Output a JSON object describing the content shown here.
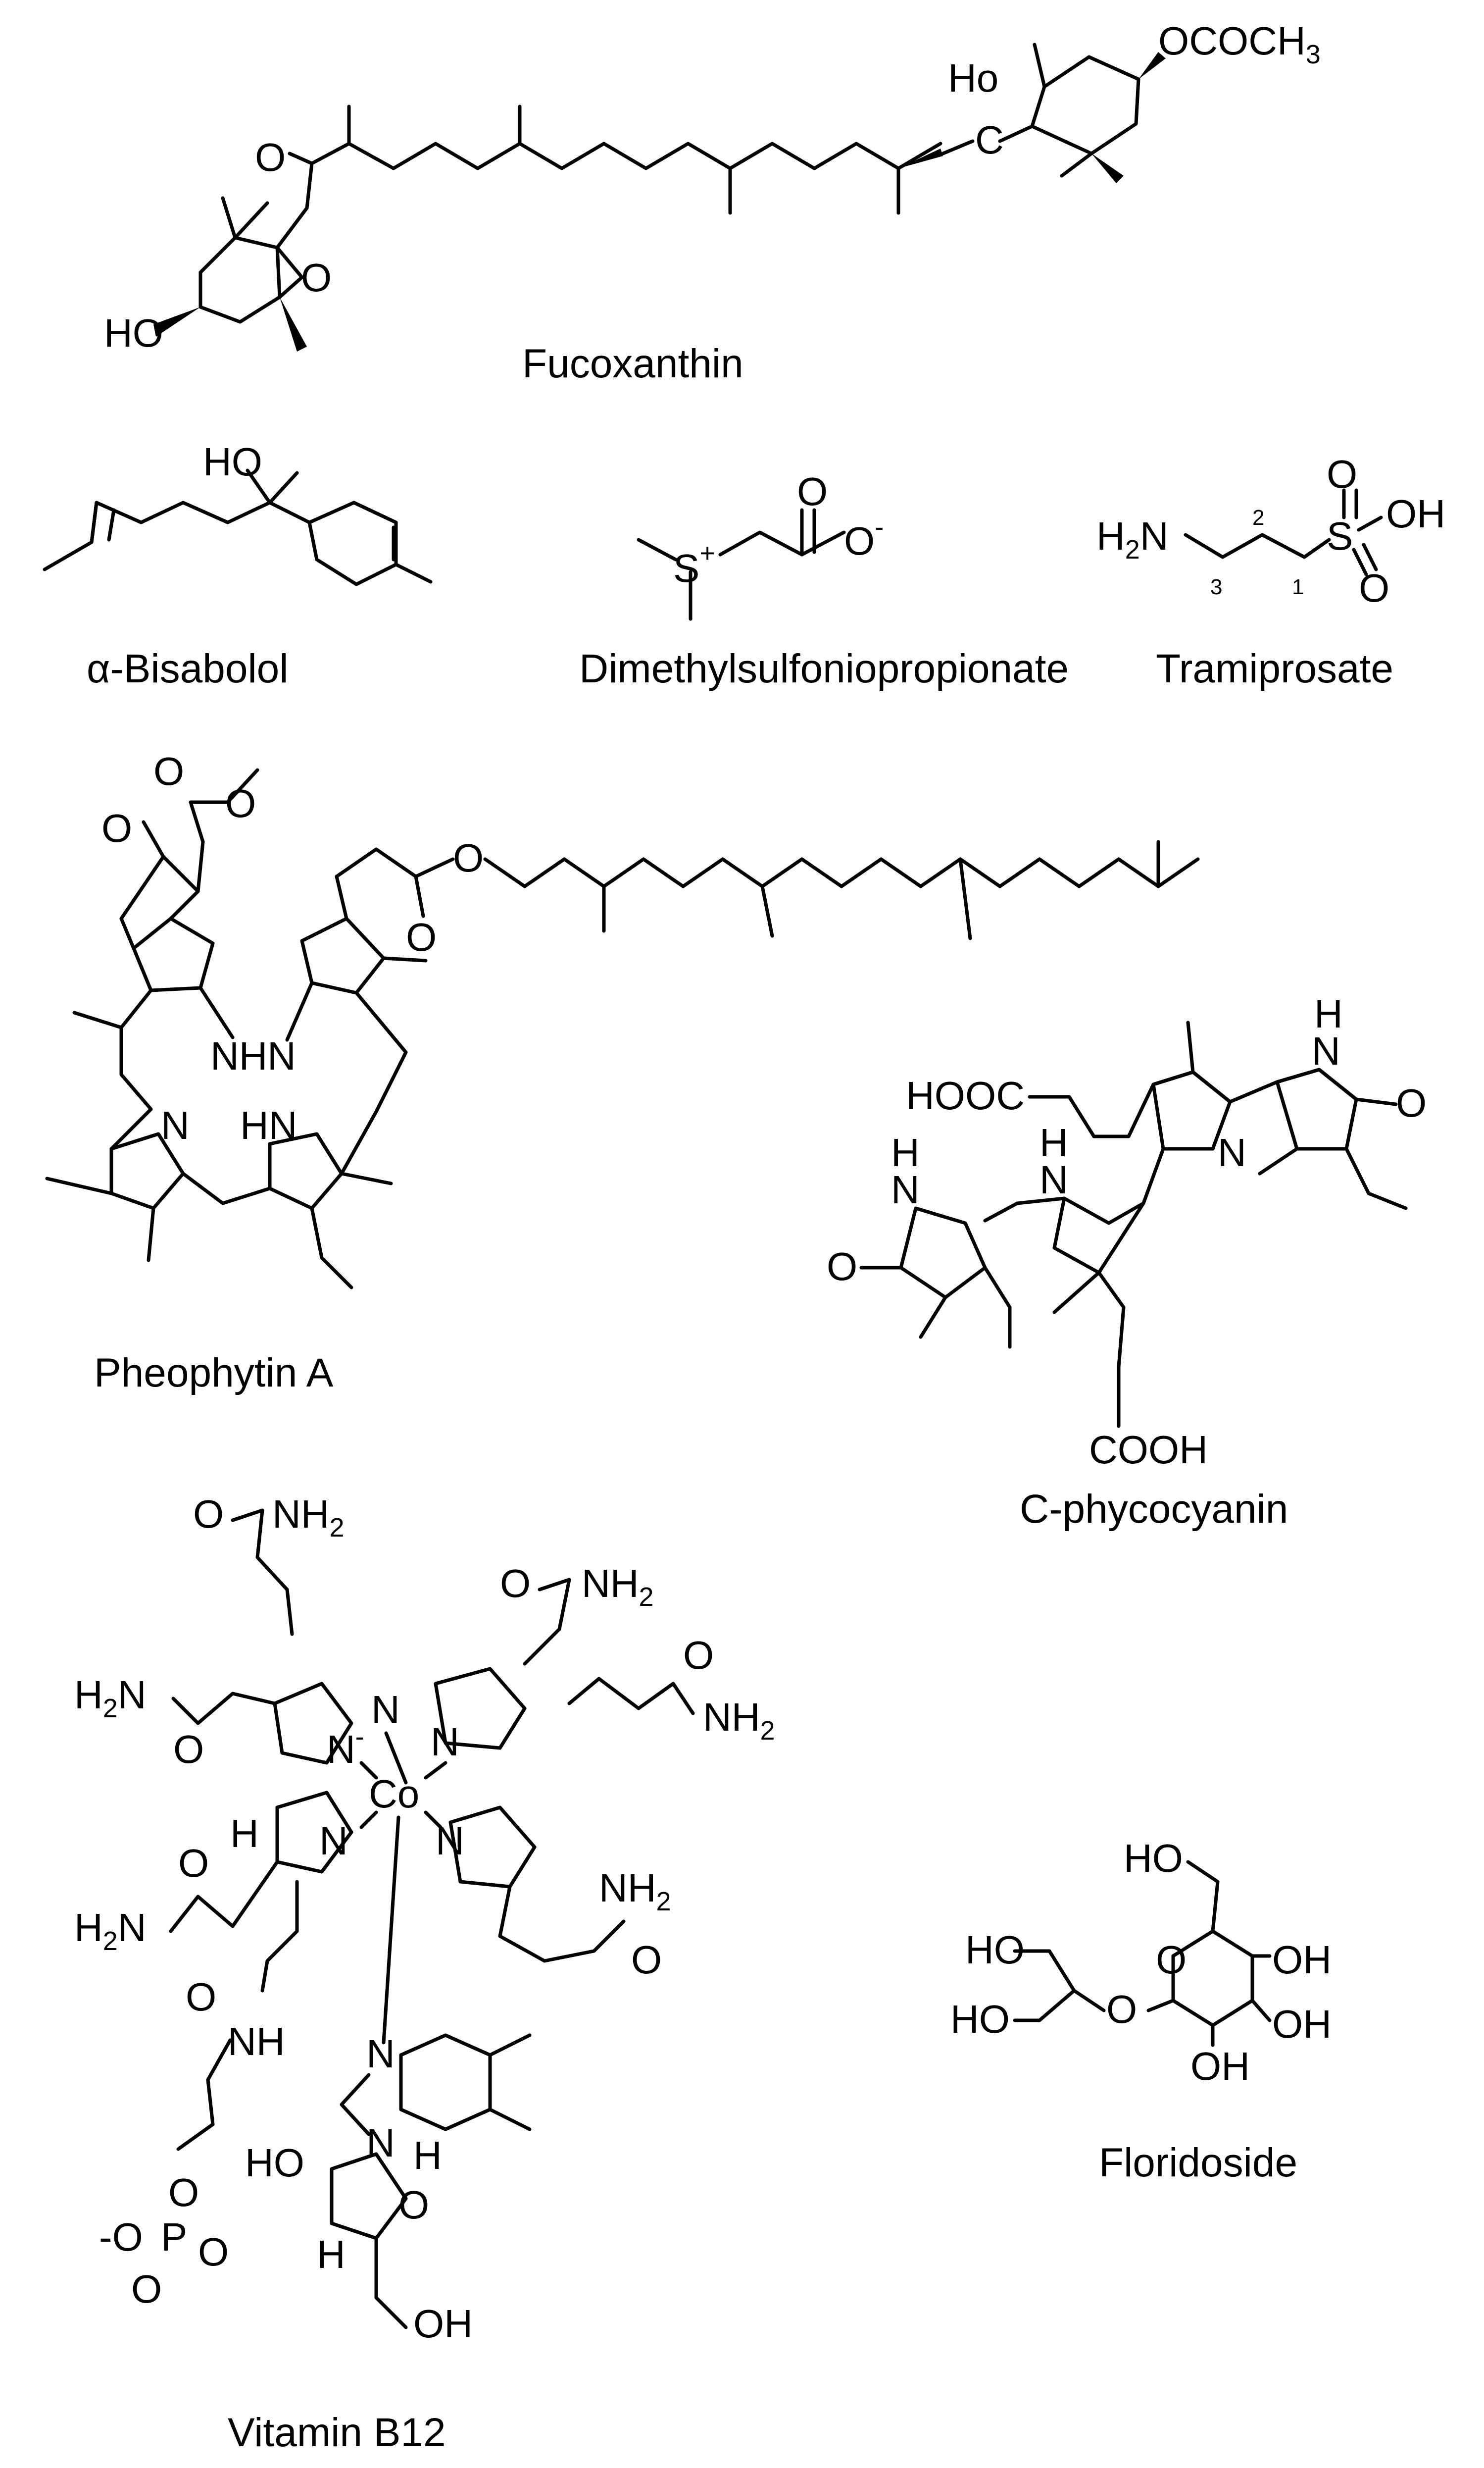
{
  "compounds": [
    {
      "name": "Fucoxanthin"
    },
    {
      "name": "α-Bisabolol"
    },
    {
      "name": "Dimethylsulfoniopropionate"
    },
    {
      "name": "Tramiprosate"
    },
    {
      "name": "Pheophytin A"
    },
    {
      "name": "C-phycocyanin"
    },
    {
      "name": "Vitamin B12"
    },
    {
      "name": "Floridoside"
    }
  ],
  "labels": {
    "fucoxanthin": {
      "ho": "HO",
      "ho2": "Ho",
      "o_epoxide": "O",
      "o_ketone": "O",
      "acetate": "OCOCH",
      "acetate_sub": "3"
    },
    "bisabolol": {
      "ho": "HO"
    },
    "dmsp": {
      "s": "S",
      "s_charge": "+",
      "o_carbonyl": "O",
      "o_anion": "O",
      "o_charge": "-"
    },
    "tramiprosate": {
      "h2n": "H",
      "h2n_sub": "2",
      "h2n_n": "N",
      "s": "S",
      "o_top": "O",
      "o_bottom": "O",
      "oh": "OH",
      "pos1": "1",
      "pos2": "2",
      "pos3": "3"
    },
    "pheophytin": {
      "o_ketone": "O",
      "o_ester1": "O",
      "o_ester2": "O",
      "o_carbonyl": "O",
      "o_ester3": "O",
      "nh1": "NH",
      "n1": "N",
      "n2": "N",
      "hn": "HN"
    },
    "phycocyanin": {
      "hooc": "HOOC",
      "cooh": "COOH",
      "nh_left": "N",
      "h_left": "H",
      "nh_mid": "N",
      "h_mid": "H",
      "n_right": "N",
      "nh_right": "N",
      "h_right": "H",
      "o_right": "O",
      "o_left": "O"
    },
    "b12": {
      "nh2_1": "NH",
      "nh2_2": "NH",
      "nh2_3": "NH",
      "nh2_4": "NH",
      "h2n_1": "H",
      "h2n_2": "H",
      "nh2_5": "NH",
      "sub2": "2",
      "n": "N",
      "co": "Co",
      "nh": "NH",
      "ho": "HO",
      "h": "H",
      "o": "O",
      "p": "P",
      "oh": "OH",
      "o_minus": "O",
      "minus": "-"
    },
    "floridoside": {
      "ho1": "HO",
      "ho2": "HO",
      "ho3": "HO",
      "oh1": "OH",
      "oh2": "OH",
      "oh3": "OH",
      "o_ring": "O",
      "o_link": "O"
    }
  }
}
